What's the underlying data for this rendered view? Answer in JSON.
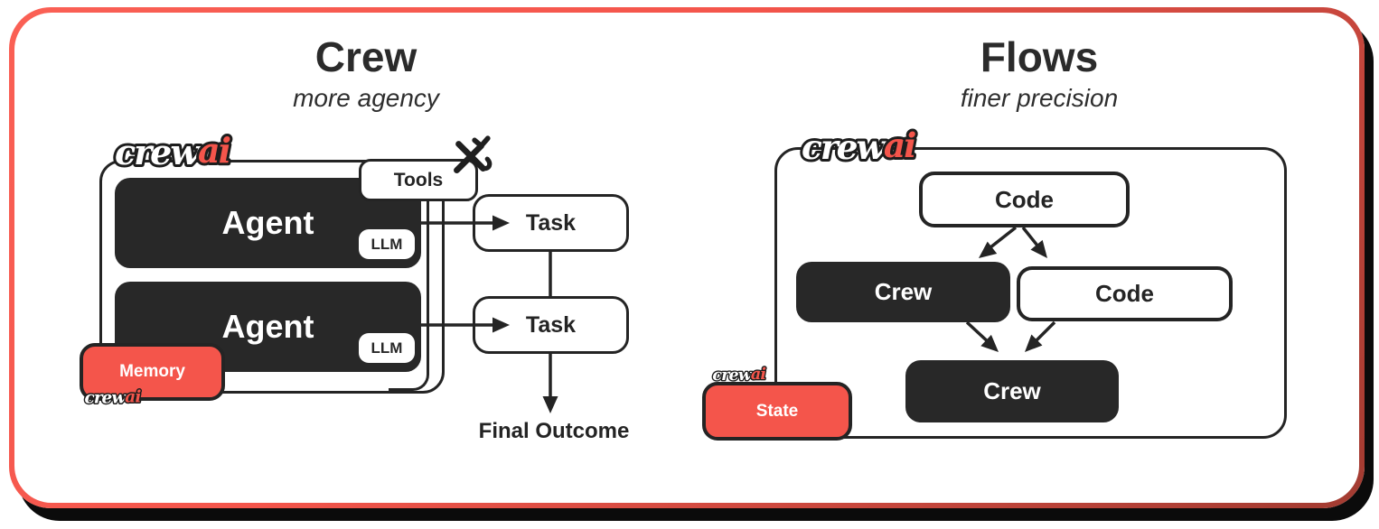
{
  "brand": {
    "logo_white_part": "crew",
    "logo_red_part": "ai"
  },
  "colors": {
    "accent_red": "#F4554B",
    "node_dark": "#282828",
    "line_dark": "#242424",
    "frame_shadow": "#0B0B0B"
  },
  "left_panel": {
    "title": "Crew",
    "subtitle": "more agency",
    "tools_label": "Tools",
    "agents": [
      {
        "label": "Agent",
        "llm_label": "LLM"
      },
      {
        "label": "Agent",
        "llm_label": "LLM"
      }
    ],
    "memory_label": "Memory",
    "tasks": [
      {
        "label": "Task"
      },
      {
        "label": "Task"
      }
    ],
    "final_outcome_label": "Final Outcome"
  },
  "right_panel": {
    "title": "Flows",
    "subtitle": "finer precision",
    "code_top_label": "Code",
    "crew_mid_label": "Crew",
    "code_mid_label": "Code",
    "crew_bottom_label": "Crew",
    "state_label": "State"
  }
}
